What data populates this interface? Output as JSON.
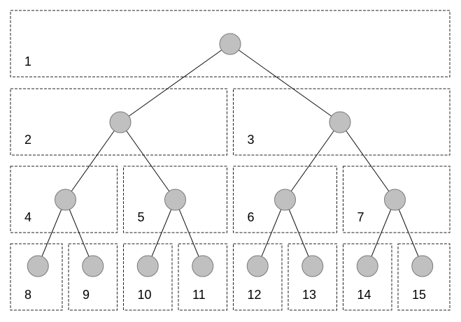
{
  "diagram": {
    "tree_levels": 4,
    "node_color": "#c0c0c0",
    "node_outline_color": "#7a7a7a",
    "edge_color": "#111111",
    "region_border_color": "#222222",
    "regions": [
      {
        "id": 1,
        "label": "1"
      },
      {
        "id": 2,
        "label": "2"
      },
      {
        "id": 3,
        "label": "3"
      },
      {
        "id": 4,
        "label": "4"
      },
      {
        "id": 5,
        "label": "5"
      },
      {
        "id": 6,
        "label": "6"
      },
      {
        "id": 7,
        "label": "7"
      },
      {
        "id": 8,
        "label": "8"
      },
      {
        "id": 9,
        "label": "9"
      },
      {
        "id": 10,
        "label": "10"
      },
      {
        "id": 11,
        "label": "11"
      },
      {
        "id": 12,
        "label": "12"
      },
      {
        "id": 13,
        "label": "13"
      },
      {
        "id": 14,
        "label": "14"
      },
      {
        "id": 15,
        "label": "15"
      }
    ]
  }
}
